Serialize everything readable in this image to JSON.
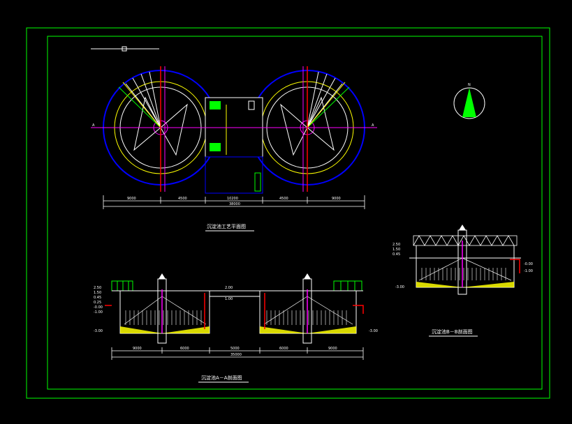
{
  "colors": {
    "background": "#000000",
    "frame": "#00ff00",
    "outline": "#0000ff",
    "inner": "#ffff00",
    "pipe": "#ff0000",
    "axis": "#ff00ff",
    "dimension": "#00ffff",
    "text": "#ffffff"
  },
  "plan": {
    "title": "沉淀池工艺平面图",
    "section_marker": "A",
    "top_dims": [
      "9000",
      "4500",
      "10200",
      "4500",
      "9000"
    ],
    "overall_dim": "38000"
  },
  "section_aa": {
    "title": "沉淀池A－A剖面图",
    "elevations": [
      "2.50",
      "1.50",
      "0.45",
      "0.25",
      "-0.00",
      "-1.00",
      "-3.00",
      "-3.00"
    ],
    "bottom_dims": [
      "9000",
      "6000",
      "5000",
      "6000",
      "9000"
    ],
    "overall_dim": "35000",
    "inner_labels": [
      "2.00",
      "1.00"
    ]
  },
  "section_bb": {
    "title": "沉淀池B－B剖面图",
    "elevations": [
      "2.50",
      "1.50",
      "0.45",
      "-0.00",
      "-1.00",
      "-3.00"
    ]
  },
  "north_arrow": {
    "label": "N"
  }
}
